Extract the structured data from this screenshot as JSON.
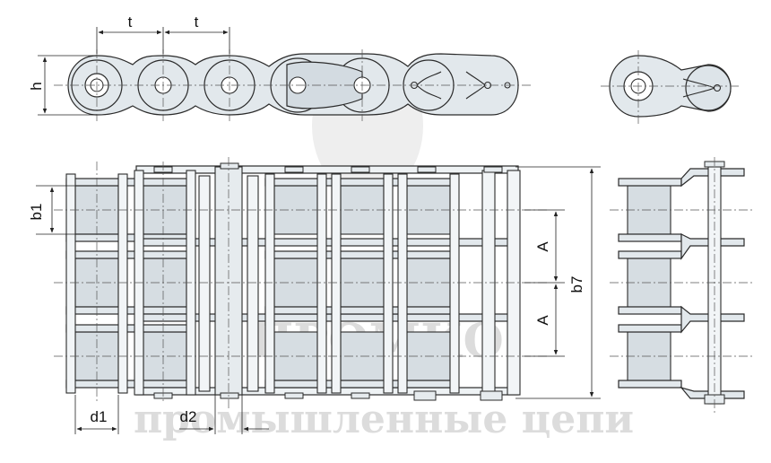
{
  "labels": {
    "t1": "t",
    "t2": "t",
    "h": "h",
    "b1": "b1",
    "A1": "A",
    "A2": "A",
    "b7": "b7",
    "d1": "d1",
    "d2": "d2"
  },
  "watermark": {
    "brand": "ПРОМКО",
    "tagline": "промышленные цепи"
  }
}
